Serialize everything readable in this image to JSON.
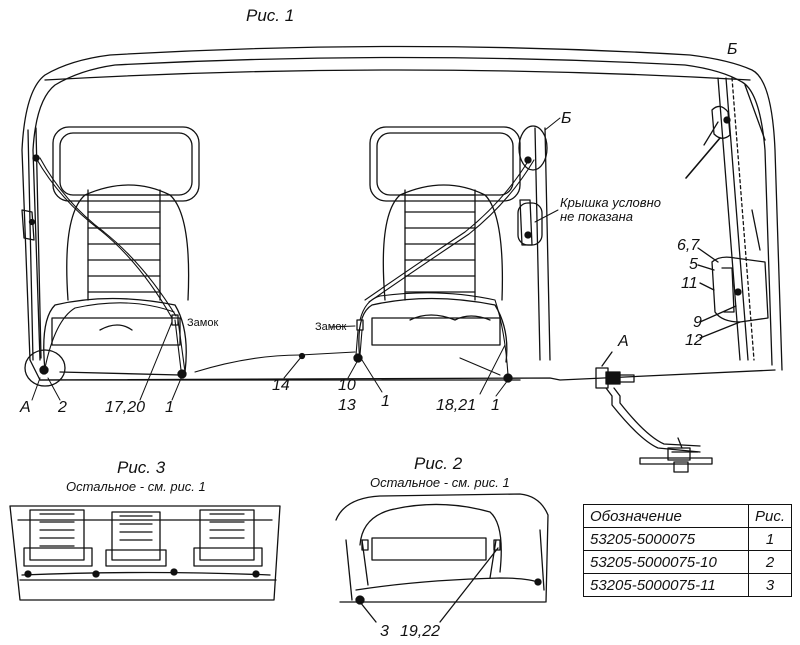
{
  "figures": {
    "fig1": "Рис. 1",
    "fig2": "Рис. 2",
    "fig2_note": "Остальное - см. рис. 1",
    "fig3": "Рис. 3",
    "fig3_note": "Остальное - см. рис. 1"
  },
  "views": {
    "a": "А",
    "b": "Б"
  },
  "notes": {
    "cover_line1": "Крышка условно",
    "cover_line2": "не показана",
    "lock": "Замок"
  },
  "callouts": {
    "fig1_left": [
      "А",
      "2",
      "17,20",
      "1"
    ],
    "fig1_center": [
      "14",
      "10",
      "13",
      "1"
    ],
    "fig1_right": [
      "18,21",
      "1"
    ],
    "view_b": [
      "6,7",
      "5",
      "11",
      "9",
      "12"
    ],
    "view_b_top": "Б",
    "fig1_b": "Б",
    "fig2": [
      "3",
      "19,22"
    ]
  },
  "table": {
    "headers": [
      "Обозначение",
      "Рис."
    ],
    "rows": [
      [
        "53205-5000075",
        "1"
      ],
      [
        "53205-5000075-10",
        "2"
      ],
      [
        "53205-5000075-11",
        "3"
      ]
    ]
  }
}
